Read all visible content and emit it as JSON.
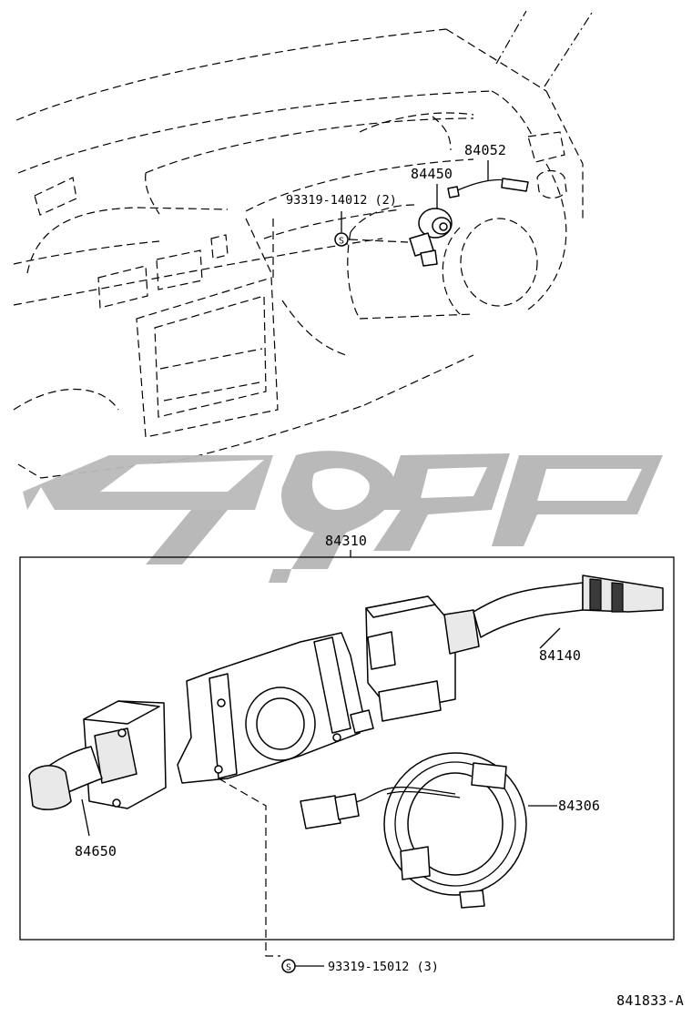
{
  "diagram": {
    "callouts": {
      "p84052": "84052",
      "p84450": "84450",
      "screw_upper": "93319-14012 (2)",
      "assembly": "84310",
      "p84140": "84140",
      "p84650": "84650",
      "p84306": "84306",
      "screw_lower": "93319-15012 (3)"
    },
    "screw_symbol": "S",
    "figure_code": "841833-A",
    "watermark": {
      "text": "تویوتا",
      "color": "#b9b9b9"
    },
    "colors": {
      "ink": "#000000",
      "background": "#ffffff",
      "watermark": "#b9b9b9"
    }
  }
}
